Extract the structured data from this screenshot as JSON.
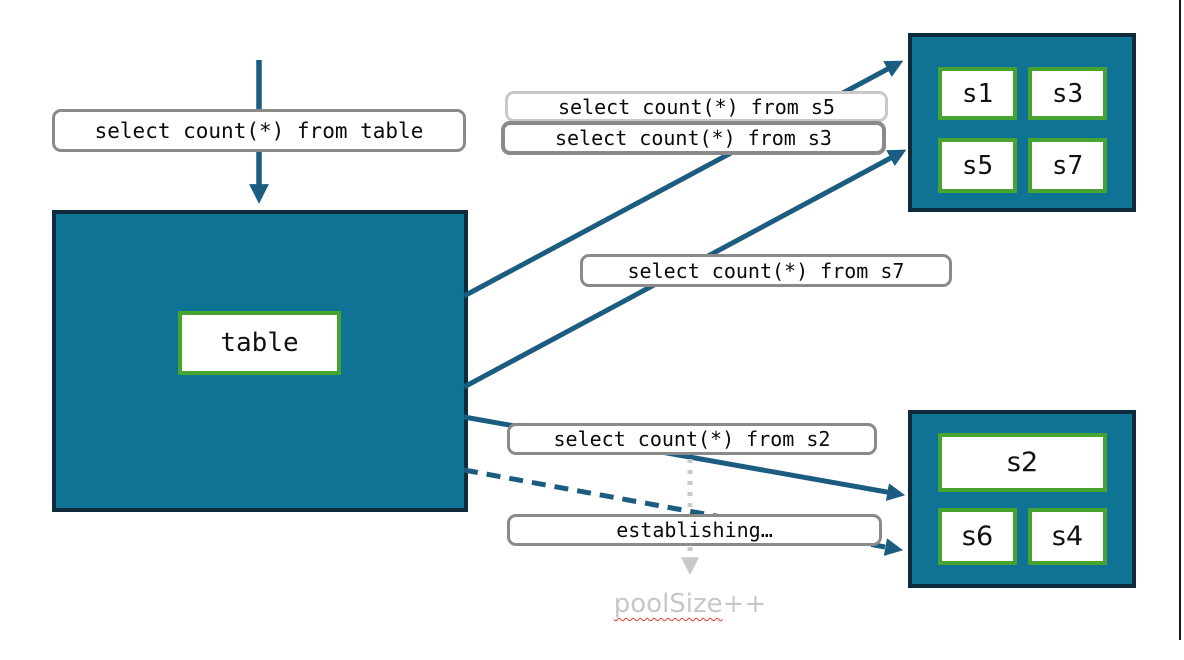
{
  "colors": {
    "teal": "#0f7396",
    "navy": "#0e2b3c",
    "green": "#47a332",
    "arrow": "#1b5d80",
    "grayBorder": "#8a8a8a",
    "grayLight": "#c9c9c9",
    "noteGray": "#c5c7c8",
    "squiggleRed": "#e0392e"
  },
  "main_table": {
    "label": "table"
  },
  "query_labels": {
    "from_table": "select count(*) from table",
    "from_s5": "select count(*) from s5",
    "from_s3": "select count(*) from s3",
    "from_s7": "select count(*) from s7",
    "from_s2": "select count(*) from s2",
    "establishing": "establishing…"
  },
  "shard_group_top": {
    "cells": [
      "s1",
      "s3",
      "s5",
      "s7"
    ]
  },
  "shard_group_bottom": {
    "cells": [
      "s2",
      "s6",
      "s4"
    ]
  },
  "pool_note": {
    "word": "poolSize",
    "suffix": "++"
  }
}
